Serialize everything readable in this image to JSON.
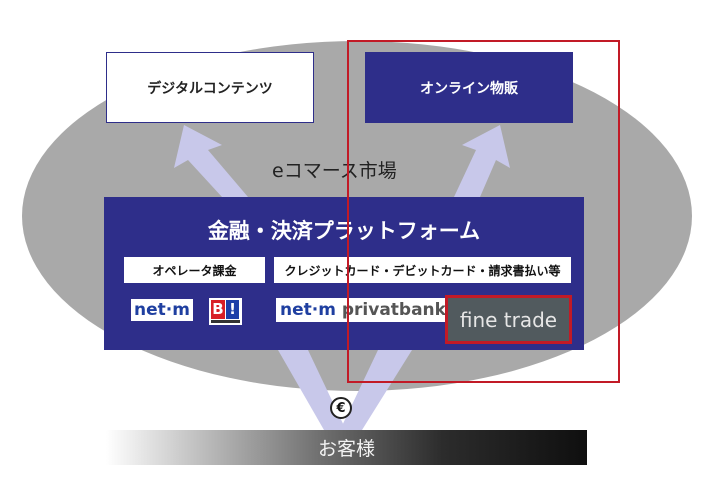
{
  "top_boxes": {
    "digital": "デジタルコンテンツ",
    "online": "オンライン物販"
  },
  "market": {
    "label": "eコマース市場"
  },
  "platform": {
    "title": "金融・決済プラットフォーム",
    "operator_billing": "オペレータ課金",
    "card_billing": "クレジットカード・デビットカード・請求書払い等"
  },
  "logos": {
    "netm": "net·m",
    "boku": "B!",
    "netm_privat_a": "net·m",
    "netm_privat_b": " privatbank",
    "finetrade": "fine trade"
  },
  "currency": {
    "symbol": "€"
  },
  "customer": {
    "label": "お客様"
  },
  "colors": {
    "navy": "#2e2e8a",
    "ellipse": "#a9a9a9",
    "arrow": "#c8c8ea",
    "highlight_red": "#c21a26"
  }
}
